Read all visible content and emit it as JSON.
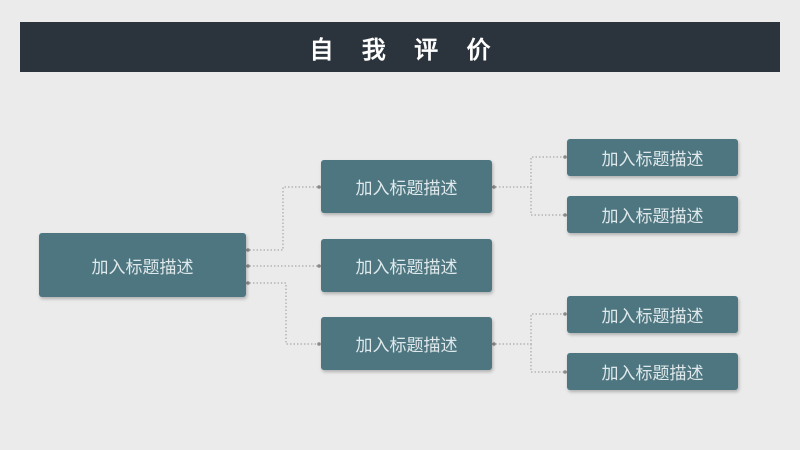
{
  "header": {
    "title": "自 我 评 价"
  },
  "colors": {
    "header_bg": "#2b333c",
    "node_bg": "#4d7680",
    "node_text": "#dfe8ea",
    "connector": "#9a9a9a",
    "background": "#ebebeb"
  },
  "diagram": {
    "root": {
      "label": "加入标题描述"
    },
    "level1": [
      {
        "label": "加入标题描述"
      },
      {
        "label": "加入标题描述"
      },
      {
        "label": "加入标题描述"
      }
    ],
    "level2": [
      {
        "label": "加入标题描述"
      },
      {
        "label": "加入标题描述"
      },
      {
        "label": "加入标题描述"
      },
      {
        "label": "加入标题描述"
      }
    ]
  }
}
